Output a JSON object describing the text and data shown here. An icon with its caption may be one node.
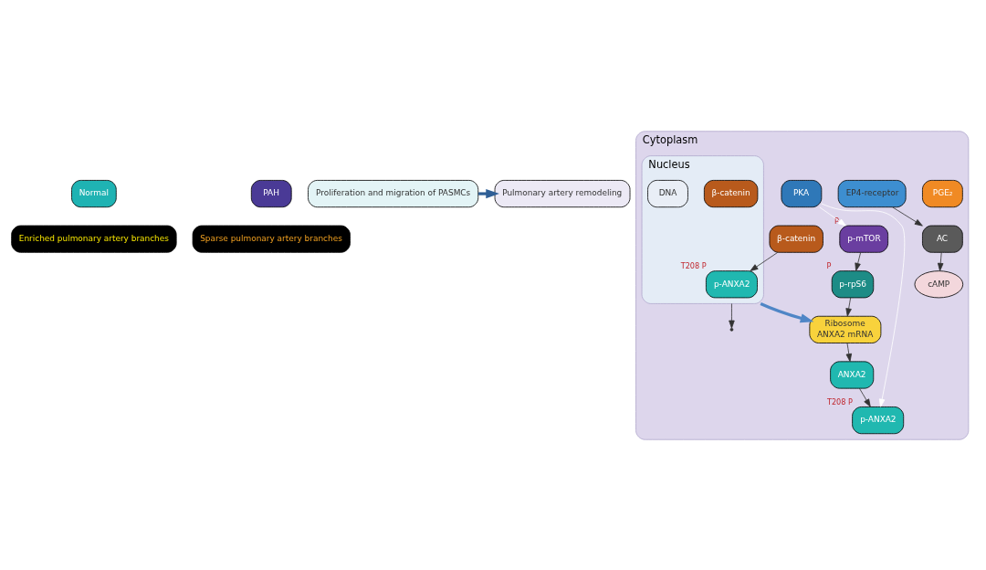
{
  "diagram": {
    "nodes": [
      {
        "text": [
          "Normal"
        ]
      },
      {
        "text": [
          "Enriched pulmonary artery branches"
        ]
      },
      {
        "text": [
          "PAH"
        ]
      },
      {
        "text": [
          "Sparse pulmonary artery branches"
        ]
      },
      {
        "text": [
          "Proliferation and migration of PASMCs"
        ]
      },
      {
        "text": [
          "Pulmonary artery remodeling"
        ]
      },
      {
        "text": [
          "Cytoplasm"
        ]
      },
      {
        "text": [
          "Nucleus"
        ],
        "in": 6
      },
      {
        "text": [
          "PGE₂"
        ],
        "in": 6
      },
      {
        "text": [
          "EP4-receptor"
        ],
        "in": 6
      },
      {
        "text": [
          "AC"
        ],
        "in": 6
      },
      {
        "text": [
          "cAMP"
        ],
        "in": 6
      },
      {
        "text": [
          "PKA"
        ],
        "in": 6
      },
      {
        "text": [
          "p-mTOR"
        ],
        "beside": [
          "P"
        ],
        "in": 6
      },
      {
        "text": [
          "p-rpS6"
        ],
        "beside": [
          "P"
        ],
        "in": 6
      },
      {
        "text": [
          "Ribosome",
          "ANXA2 mRNA"
        ],
        "in": 6
      },
      {
        "text": [
          "ANXA2"
        ],
        "in": 6
      },
      {
        "text": [
          "p-ANXA2"
        ],
        "beside": [
          "T208",
          "P"
        ],
        "in": 6
      },
      {
        "text": [
          "β-catenin"
        ],
        "in": 6
      },
      {
        "text": [
          "p-ANXA2"
        ],
        "beside": [
          "T208",
          "P"
        ],
        "in": 7
      },
      {
        "text": [
          "β-catenin"
        ],
        "in": 7
      },
      {
        "text": [
          "DNA"
        ],
        "in": 7
      }
    ],
    "edges": [
      {
        "from": 4,
        "to": 5,
        "arrow": "to",
        "style": "thick",
        "color": "#2f5f96"
      },
      {
        "from": 9,
        "to": 10,
        "arrow": "to"
      },
      {
        "from": 10,
        "to": 11,
        "arrow": "to"
      },
      {
        "from": 12,
        "to": 13,
        "arrow": "to",
        "color": "#ffffff"
      },
      {
        "from": 12,
        "to": 17,
        "arrow": "to",
        "color": "#ffffff"
      },
      {
        "from": 13,
        "to": 14,
        "arrow": "to"
      },
      {
        "from": 14,
        "to": 15,
        "arrow": "to"
      },
      {
        "from": 15,
        "to": 16,
        "arrow": "to"
      },
      {
        "from": 16,
        "to": 17,
        "arrow": "to"
      },
      {
        "from": 18,
        "to": 19,
        "arrow": "to"
      },
      {
        "from": 7,
        "to": 15,
        "arrow": "to",
        "style": "thick",
        "color": "#4f86c6"
      },
      {
        "from": 7,
        "to": null,
        "arrow": "to"
      }
    ]
  }
}
